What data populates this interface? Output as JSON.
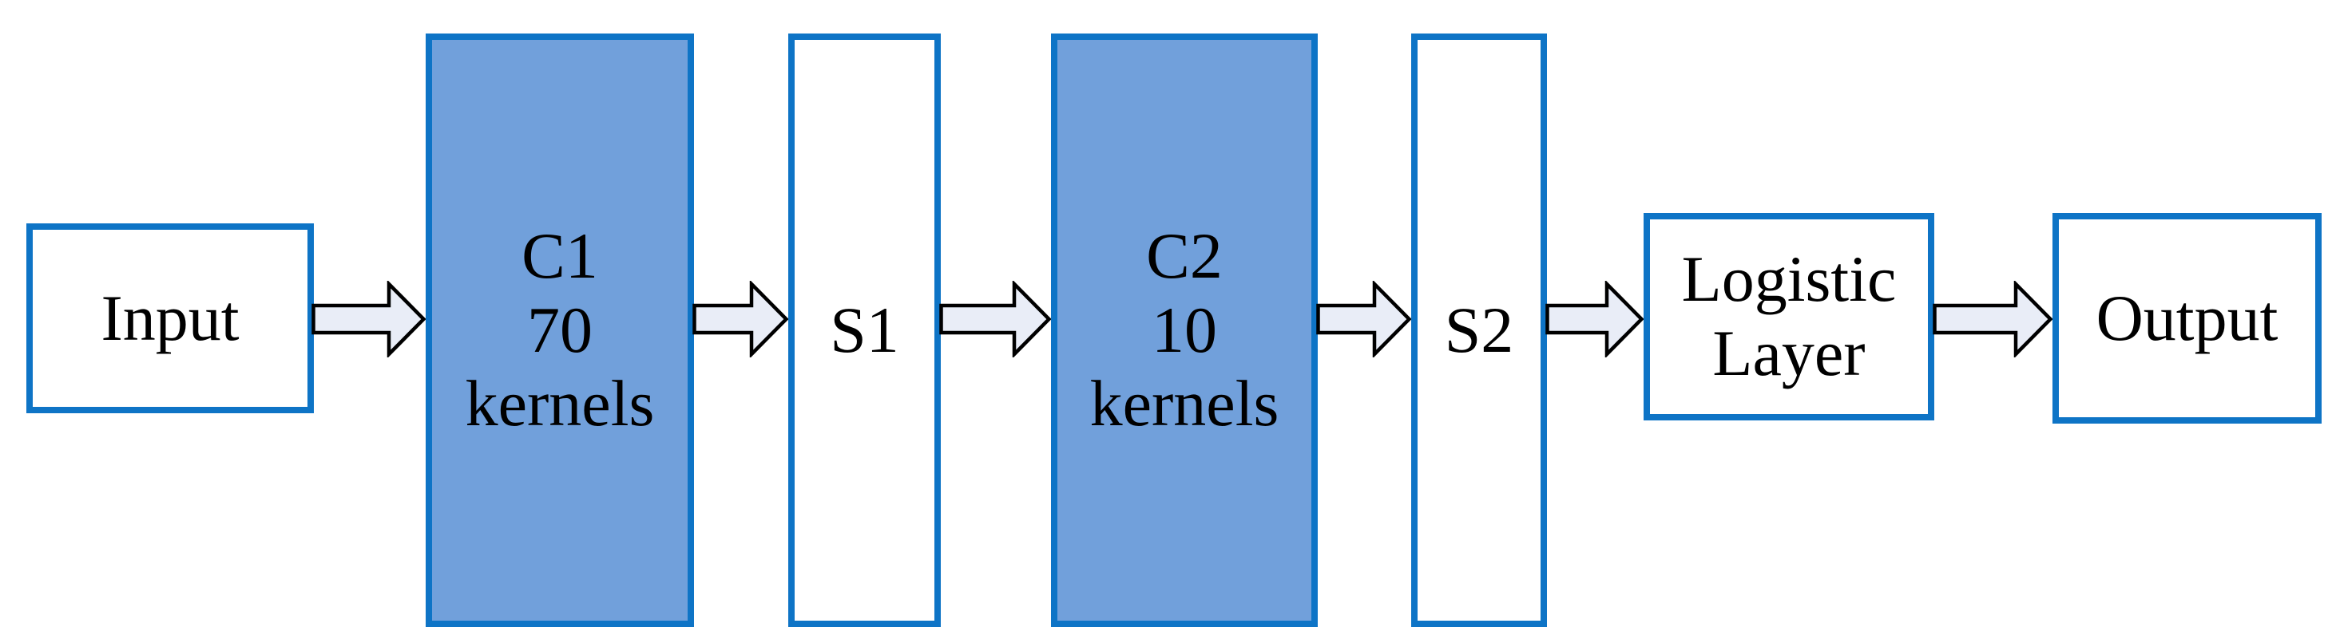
{
  "diagram": {
    "nodes": {
      "input": {
        "label": "Input"
      },
      "c1": {
        "line1": "C1",
        "line2": "70",
        "line3": "kernels"
      },
      "s1": {
        "label": "S1"
      },
      "c2": {
        "line1": "C2",
        "line2": "10",
        "line3": "kernels"
      },
      "s2": {
        "label": "S2"
      },
      "logistic": {
        "line1": "Logistic",
        "line2": "Layer"
      },
      "output": {
        "label": "Output"
      }
    },
    "colors": {
      "box_border": "#0E74C6",
      "conv_box_fill": "#71A0DB",
      "plain_box_fill": "#FFFFFF",
      "arrow_fill": "#E9EDF7",
      "arrow_outline": "#000000",
      "text": "#000000",
      "background": "#FFFFFF"
    }
  }
}
